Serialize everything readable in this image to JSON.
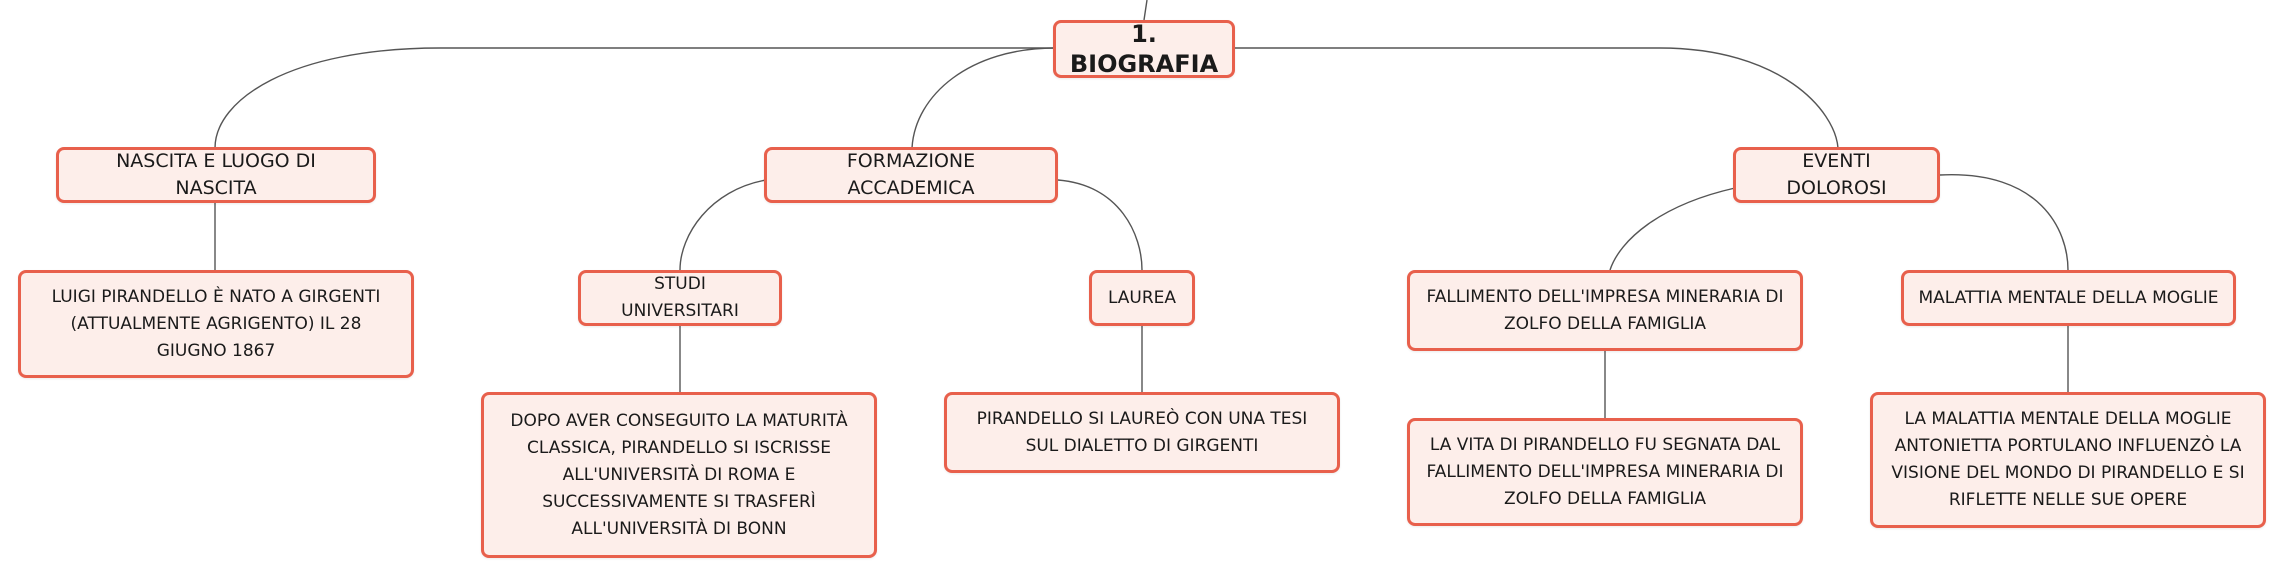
{
  "mindmap": {
    "root": {
      "label": "1. BIOGRAFIA"
    },
    "topics": [
      {
        "label": "NASCITA E LUOGO DI NASCITA",
        "details": [
          "LUIGI PIRANDELLO È NATO A GIRGENTI (ATTUALMENTE AGRIGENTO) IL 28 GIUGNO 1867"
        ]
      },
      {
        "label": "FORMAZIONE ACCADEMICA",
        "subtopics": [
          {
            "label": "STUDI UNIVERSITARI",
            "detail": "DOPO AVER CONSEGUITO LA MATURITÀ CLASSICA, PIRANDELLO SI ISCRISSE ALL'UNIVERSITÀ DI ROMA E SUCCESSIVAMENTE SI TRASFERÌ ALL'UNIVERSITÀ DI BONN"
          },
          {
            "label": "LAUREA",
            "detail": "PIRANDELLO SI LAUREÒ CON UNA TESI SUL DIALETTO DI GIRGENTI"
          }
        ]
      },
      {
        "label": "EVENTI DOLOROSI",
        "subtopics": [
          {
            "label": "FALLIMENTO DELL'IMPRESA MINERARIA DI ZOLFO DELLA FAMIGLIA",
            "detail": "LA VITA DI PIRANDELLO FU SEGNATA DAL FALLIMENTO DELL'IMPRESA MINERARIA DI ZOLFO DELLA FAMIGLIA"
          },
          {
            "label": "MALATTIA MENTALE DELLA MOGLIE",
            "detail": "LA MALATTIA MENTALE DELLA MOGLIE ANTONIETTA PORTULANO INFLUENZÒ LA VISIONE DEL MONDO DI PIRANDELLO E SI RIFLETTE NELLE SUE OPERE"
          }
        ]
      }
    ]
  },
  "colors": {
    "node_border": "#e8604c",
    "node_fill": "#fdeeea",
    "connector": "#555555",
    "text": "#1a1a1a"
  }
}
